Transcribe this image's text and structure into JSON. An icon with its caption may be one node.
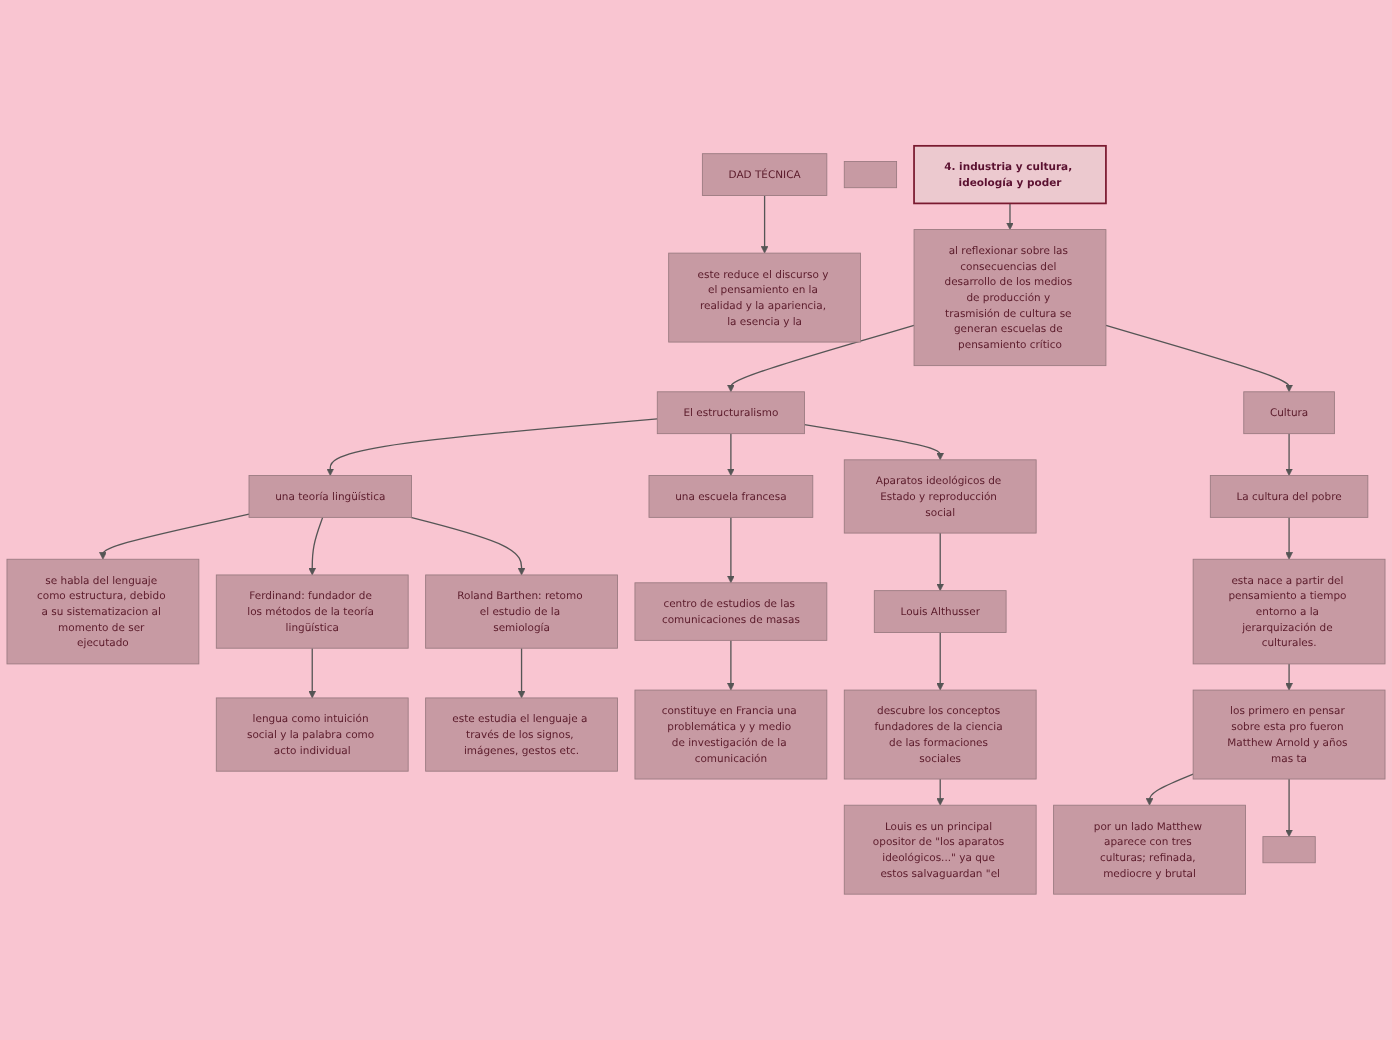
{
  "diagram": {
    "nodes": [
      {
        "text": [
          "4. industria y cultura, ideología y poder"
        ]
      },
      {
        "text": [
          "al reflexionar sobre las consecuencias del desarrollo de los medios de producción y trasmisión de cultura se generan escuelas de pensamiento crítico"
        ]
      },
      {
        "text": [
          "El estructuralismo"
        ]
      },
      {
        "text": [
          "una  teoría lingüística"
        ]
      },
      {
        "text": [
          "se habla del lenguaje como estructura, debido a su sistematizacion al momento de ser ejecutado"
        ]
      },
      {
        "text": [
          "Ferdinand: fundador de los métodos de la teoría lingüística"
        ]
      },
      {
        "text": [
          "Roland Barthen: retomo el estudio de la semiología"
        ]
      },
      {
        "text": [
          "lengua como intuición social y la palabra como acto individual"
        ]
      },
      {
        "text": [
          "este estudia el lenguaje a través de los signos, imágenes, gestos etc."
        ]
      },
      {
        "text": [
          "una escuela francesa"
        ]
      },
      {
        "text": [
          "centro de estudios de las comunicaciones de masas"
        ]
      },
      {
        "text": [
          "constituye en Francia una problemática y y medio de investigación de la comunicación"
        ]
      },
      {
        "text": [
          "Aparatos ideológicos de Estado y reproducción social"
        ]
      },
      {
        "text": [
          "Louis Althusser"
        ]
      },
      {
        "text": [
          "descubre los conceptos fundadores de la ciencia de las formaciones sociales"
        ]
      },
      {
        "text": [
          "Louis es un principal opositor de \"los aparatos ideológicos...\" ya que estos salvaguardan \"el"
        ]
      },
      {
        "text": [
          "Cultura"
        ]
      },
      {
        "text": [
          "La cultura del pobre"
        ]
      },
      {
        "text": [
          "esta nace a partir del pensamiento a tiempo entorno a la jerarquización de culturales."
        ]
      },
      {
        "text": [
          "los primero en pensar sobre esta pro fueron Matthew Arnold y años mas ta"
        ]
      },
      {
        "text": [
          "por un lado Matthew aparece con tres culturas; refinada, mediocre y brutal"
        ]
      },
      {
        "text": [],
        "shape": "box"
      },
      {
        "text": [
          "DAD TÉCNICA"
        ]
      },
      {
        "text": [
          "este reduce el discurso y el pensamiento en la realidad y la apariencia, la esencia y la"
        ]
      },
      {
        "text": [],
        "shape": "box"
      }
    ],
    "edges": [
      {
        "from": 0,
        "to": 1,
        "arrow": "to"
      },
      {
        "from": 1,
        "to": 2,
        "arrow": "to"
      },
      {
        "from": 1,
        "to": 16,
        "arrow": "to"
      },
      {
        "from": 2,
        "to": 3,
        "arrow": "to"
      },
      {
        "from": 3,
        "to": 4,
        "arrow": "to"
      },
      {
        "from": 3,
        "to": 5,
        "arrow": "to"
      },
      {
        "from": 3,
        "to": 6,
        "arrow": "to"
      },
      {
        "from": 5,
        "to": 7,
        "arrow": "to"
      },
      {
        "from": 6,
        "to": 8,
        "arrow": "to"
      },
      {
        "from": 2,
        "to": 9,
        "arrow": "to"
      },
      {
        "from": 9,
        "to": 10,
        "arrow": "to"
      },
      {
        "from": 10,
        "to": 11,
        "arrow": "to"
      },
      {
        "from": 2,
        "to": 12,
        "arrow": "to"
      },
      {
        "from": 12,
        "to": 13,
        "arrow": "to"
      },
      {
        "from": 13,
        "to": 14,
        "arrow": "to"
      },
      {
        "from": 14,
        "to": 15,
        "arrow": "to"
      },
      {
        "from": 16,
        "to": 17,
        "arrow": "to"
      },
      {
        "from": 17,
        "to": 18,
        "arrow": "to"
      },
      {
        "from": 18,
        "to": 19,
        "arrow": "to"
      },
      {
        "from": 19,
        "to": 20,
        "arrow": "to"
      },
      {
        "from": 19,
        "to": 21,
        "arrow": "to"
      },
      {
        "from": 22,
        "to": 23,
        "arrow": "to"
      }
    ]
  }
}
